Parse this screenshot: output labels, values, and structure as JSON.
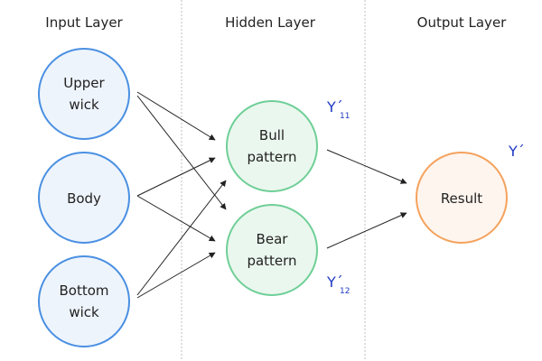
{
  "layers": {
    "input": "Input Layer",
    "hidden": "Hidden Layer",
    "output": "Output Layer"
  },
  "nodes": {
    "upper_wick": [
      "Upper",
      "wick"
    ],
    "body": [
      "Body"
    ],
    "bottom_wick": [
      "Bottom",
      "wick"
    ],
    "bull_pattern": [
      "Bull",
      "pattern"
    ],
    "bear_pattern": [
      "Bear",
      "pattern"
    ],
    "result": [
      "Result"
    ]
  },
  "outputs": {
    "y11_main": "Y´",
    "y11_sub": "11",
    "y12_main": "Y´",
    "y12_sub": "12",
    "y_main": "Y´"
  },
  "colors": {
    "input_stroke": "#4a90e2",
    "input_fill": "#eef4fc",
    "hidden_stroke": "#6fcf97",
    "hidden_fill": "#eaf7ee",
    "output_stroke": "#f5a25d",
    "output_fill": "#fef5ee",
    "label_blue": "#1d39c4",
    "divider": "#bfbfbf",
    "arrow": "#222222"
  }
}
